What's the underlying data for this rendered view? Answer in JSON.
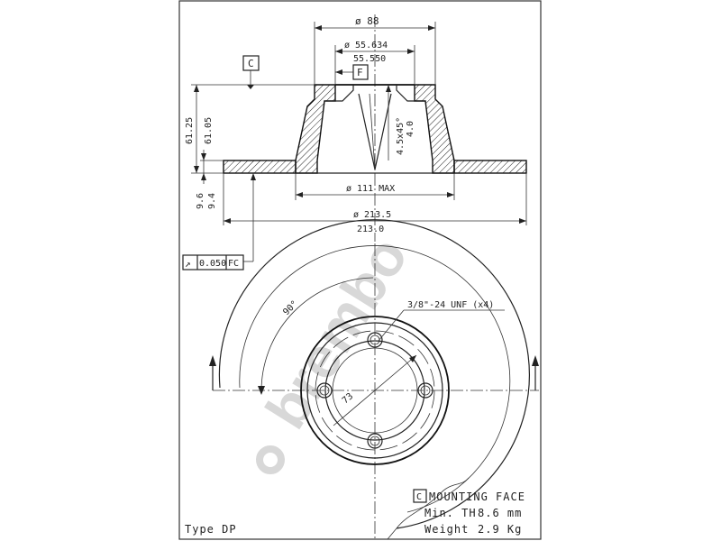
{
  "dims": {
    "d_outer_flange": "ø 88",
    "d_bore_max": "ø 55.634",
    "d_bore_min": "55.550",
    "height_max": "61.25",
    "height_min": "61.05",
    "chamfer": "4.5x45°",
    "chamfer_depth": "4.0",
    "thickness_max": "9.6",
    "thickness_min": "9.4",
    "d_hub_max": "ø 111 MAX",
    "d_disc_max": "ø 213.5",
    "d_disc_min": "213.0",
    "angle": "90°",
    "thread": "3/8\"-24 UNF (x4)",
    "pcd": "73"
  },
  "datums": {
    "c": "C",
    "f": "F"
  },
  "runout": {
    "symbol": "↗",
    "value": "0.050",
    "refs": "FC"
  },
  "legend": {
    "datum_letter": "C",
    "mounting_face": "MOUNTING FACE",
    "min_th_label": "Min. TH",
    "min_th_value": "8.6 mm",
    "weight_label": "Weight",
    "weight_value": "2.9 Kg"
  },
  "type_label": "Type DP",
  "watermark": "brembo",
  "colors": {
    "line": "#222222",
    "watermark": "#d8d8d8",
    "background": "#ffffff"
  }
}
